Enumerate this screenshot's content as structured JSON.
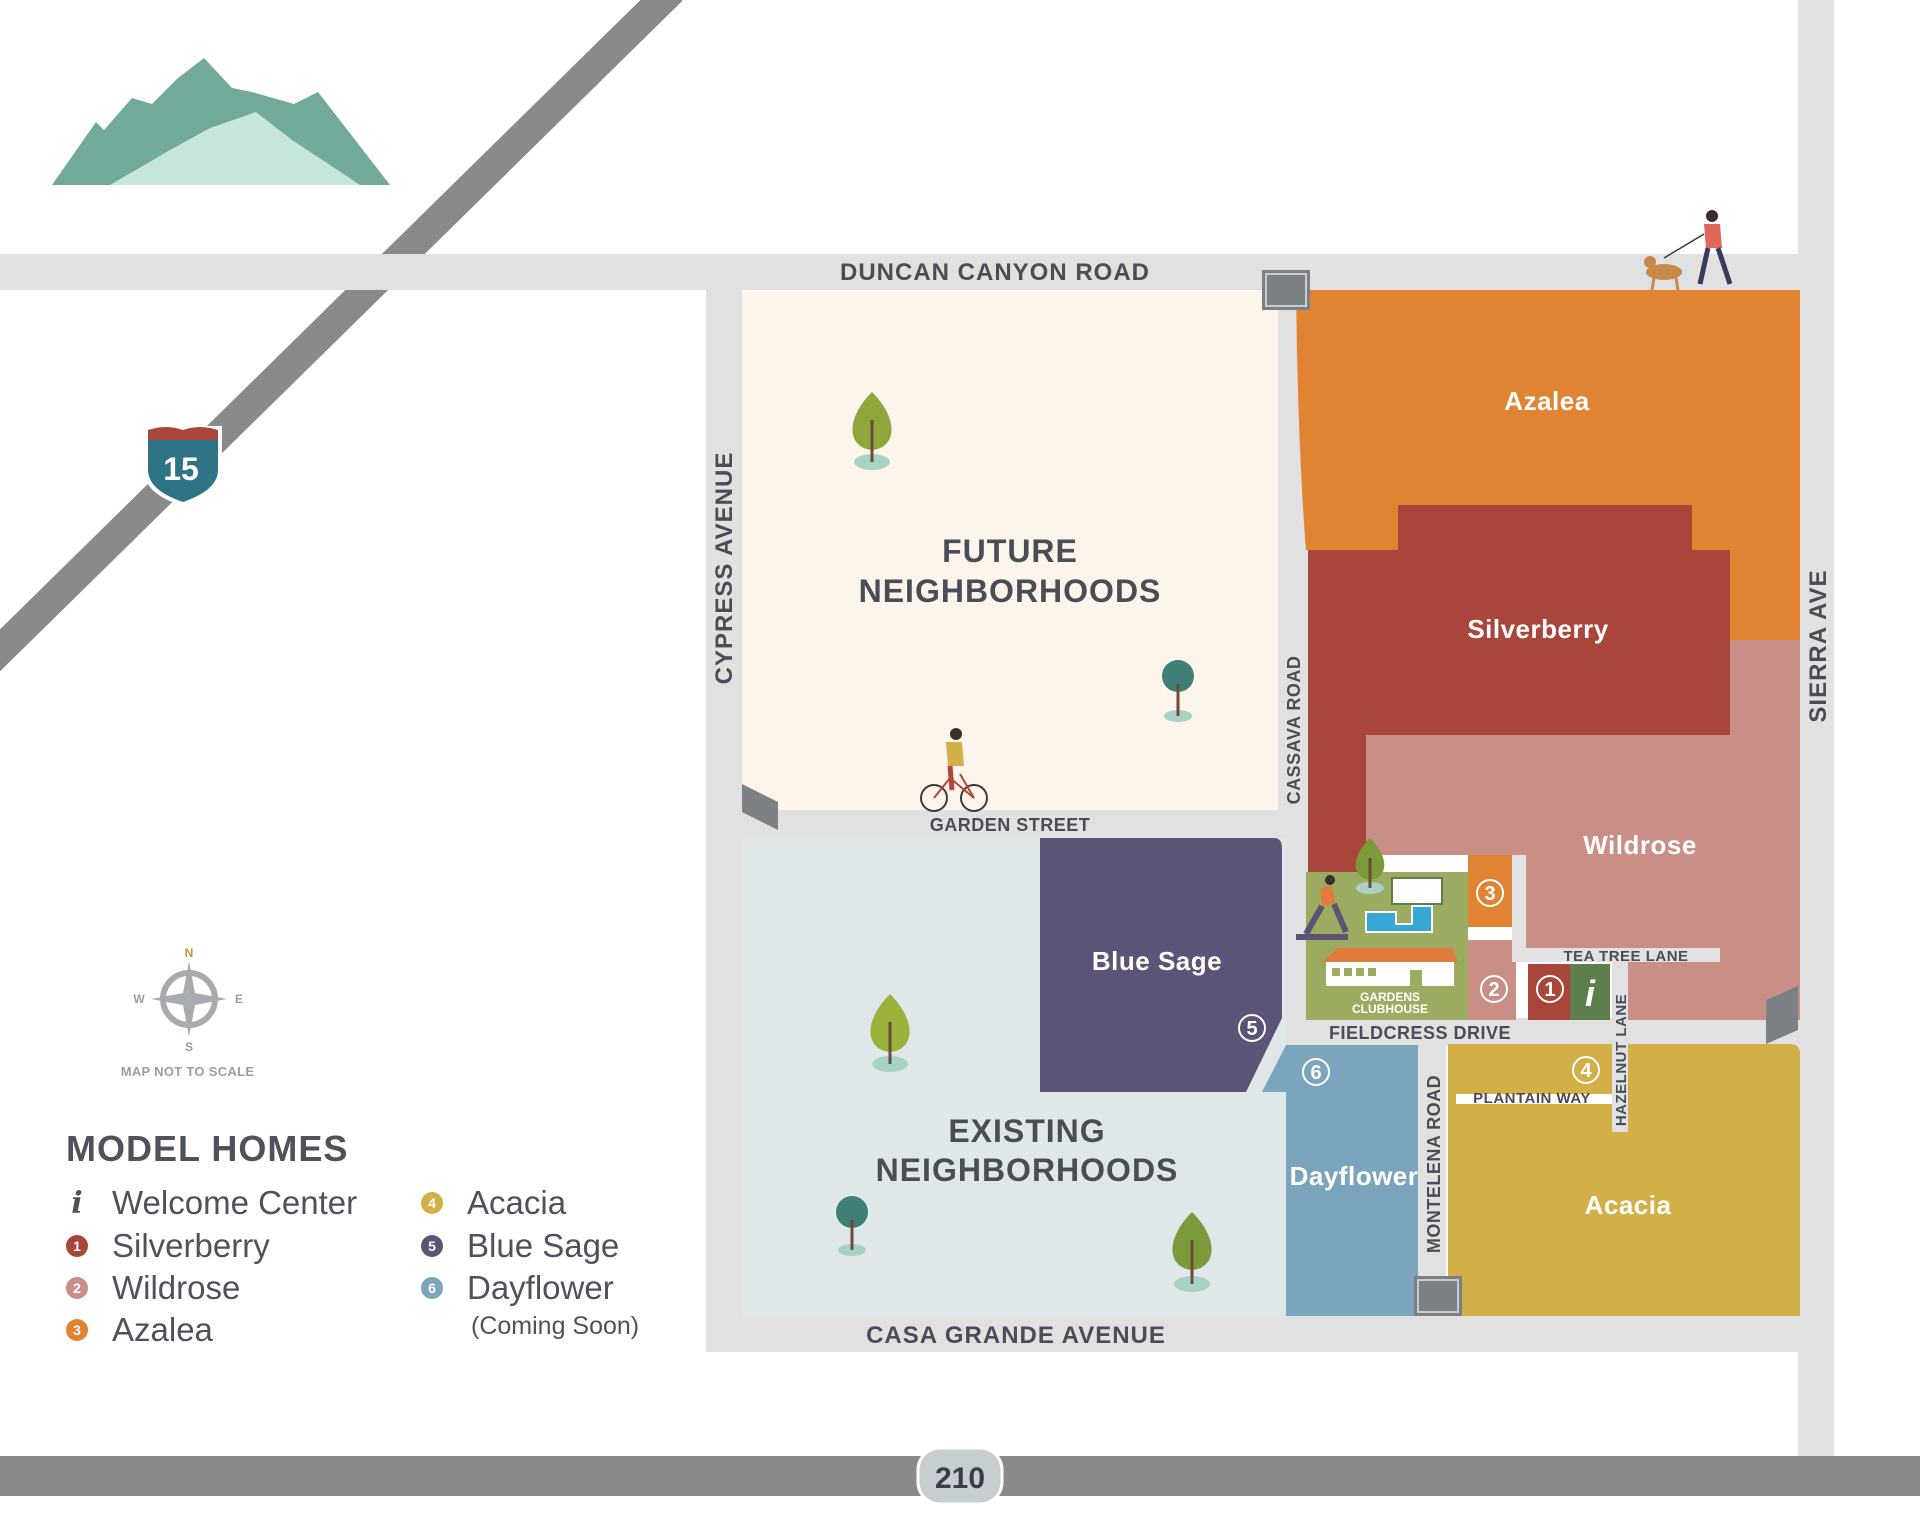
{
  "map": {
    "roads": {
      "duncan_canyon": "DUNCAN CANYON ROAD",
      "cypress": "CYPRESS AVENUE",
      "cassava": "CASSAVA ROAD",
      "sierra": "SIERRA AVE",
      "garden_street": "GARDEN STREET",
      "fieldcress": "FIELDCRESS DRIVE",
      "tea_tree": "TEA TREE LANE",
      "hazelnut": "HAZELNUT LANE",
      "plantain": "PLANTAIN WAY",
      "montelena": "MONTELENA ROAD",
      "casa_grande": "CASA GRANDE AVENUE"
    },
    "highways": {
      "interstate": "15",
      "route": "210"
    },
    "areas": {
      "future_line1": "FUTURE",
      "future_line2": "NEIGHBORHOODS",
      "existing_line1": "EXISTING",
      "existing_line2": "NEIGHBORHOODS"
    },
    "neighborhoods": {
      "azalea": "Azalea",
      "silverberry": "Silverberry",
      "wildrose": "Wildrose",
      "blue_sage": "Blue Sage",
      "dayflower": "Dayflower",
      "acacia": "Acacia"
    },
    "clubhouse_line1": "GARDENS",
    "clubhouse_line2": "CLUBHOUSE",
    "markers": {
      "m1": "1",
      "m2": "2",
      "m3": "3",
      "m4": "4",
      "m5": "5",
      "m6": "6",
      "info": "i"
    },
    "compass": {
      "n": "N",
      "s": "S",
      "e": "E",
      "w": "W"
    },
    "scale_note": "MAP NOT TO SCALE"
  },
  "legend": {
    "title": "MODEL HOMES",
    "items": [
      {
        "mark": "i",
        "label": "Welcome Center"
      },
      {
        "mark": "1",
        "label": "Silverberry"
      },
      {
        "mark": "2",
        "label": "Wildrose"
      },
      {
        "mark": "3",
        "label": "Azalea"
      },
      {
        "mark": "4",
        "label": "Acacia"
      },
      {
        "mark": "5",
        "label": "Blue Sage"
      },
      {
        "mark": "6",
        "label": "Dayflower"
      }
    ],
    "coming_soon": "(Coming Soon)"
  },
  "colors": {
    "azalea": "#e08433",
    "silverberry": "#a9463b",
    "wildrose": "#c98e86",
    "blue_sage": "#5b5476",
    "dayflower": "#7aa5bc",
    "acacia": "#d3b047",
    "future": "#fdf5ec",
    "existing": "#dfe7e8",
    "road": "#e1e1e2",
    "highway": "#8a8a8a",
    "clubhouse_green": "#9bac60",
    "welcome_green": "#5d7e4d",
    "interstate_teal": "#2f7386",
    "interstate_red": "#a9463b"
  }
}
